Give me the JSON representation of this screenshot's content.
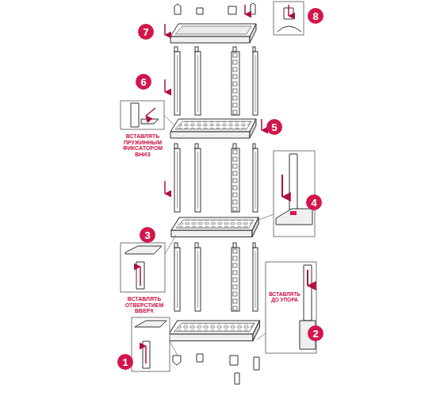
{
  "diagram": {
    "nodes": [
      {
        "text": [
          "1"
        ]
      },
      {
        "text": [
          "2"
        ]
      },
      {
        "text": [
          "3"
        ]
      },
      {
        "text": [
          "4"
        ]
      },
      {
        "text": [
          "5"
        ]
      },
      {
        "text": [
          "6"
        ]
      },
      {
        "text": [
          "7"
        ]
      },
      {
        "text": [
          "8"
        ]
      }
    ],
    "labels": [
      "ВСТАВЛЯТЬ ПРУЖИННЫМ ФИКСАТОРОМ ВНИЗ",
      "ВСТАВЛЯТЬ ОТВЕРСТИЕМ ВВЕРХ",
      "ВСТАВЛЯТЬ ДО УПОРА"
    ]
  }
}
